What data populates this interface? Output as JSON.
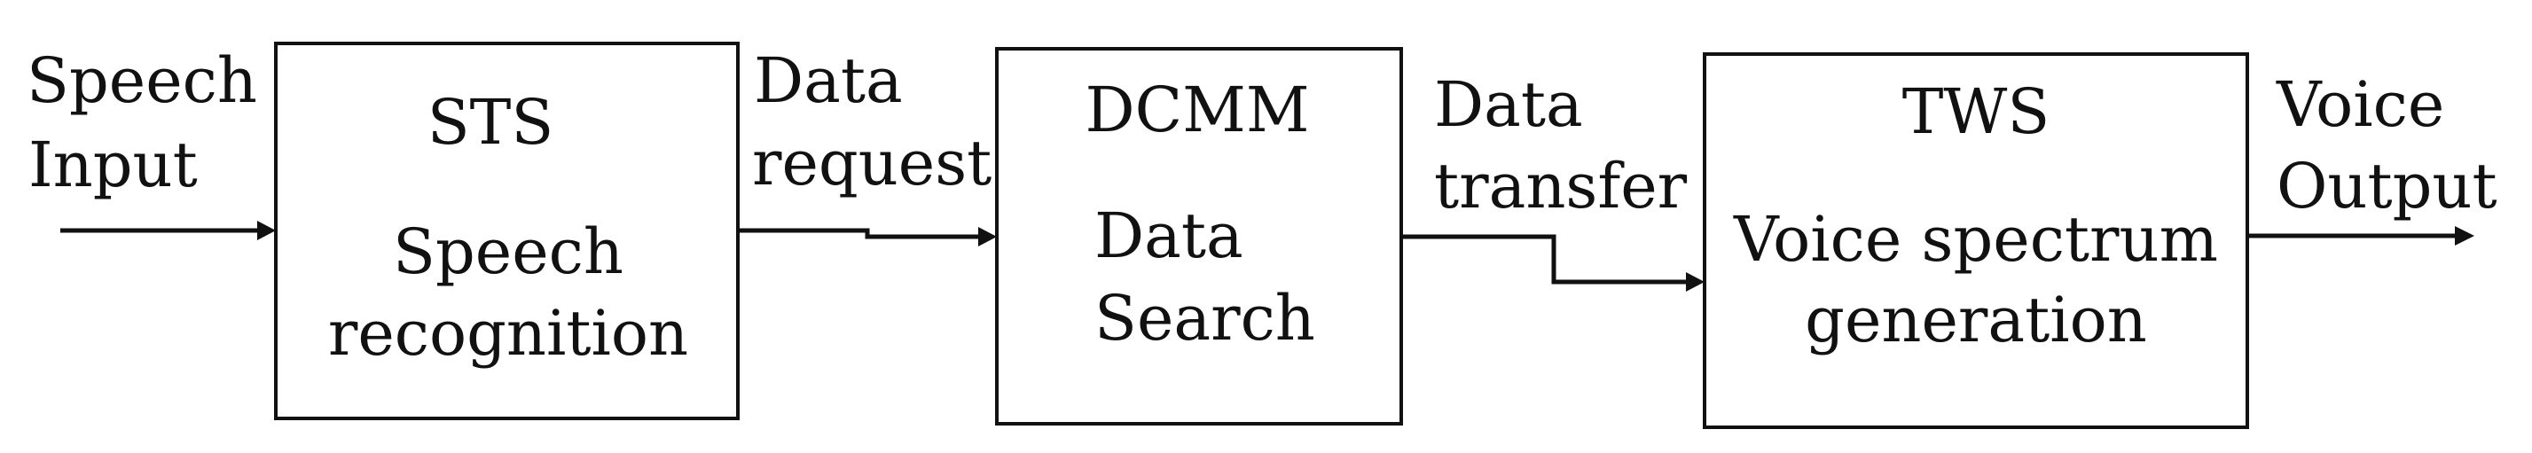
{
  "colors": {
    "line": "#111111",
    "background": "#ffffff"
  },
  "input": {
    "line1": "Speech",
    "line2": "Input"
  },
  "sts": {
    "title": "STS",
    "line1": "Speech",
    "line2": "recognition"
  },
  "request": {
    "line1": "Data",
    "line2": "request"
  },
  "dcmm": {
    "title": "DCMM",
    "line1": "Data",
    "line2": "Search"
  },
  "transfer": {
    "line1": "Data",
    "line2": "transfer"
  },
  "tws": {
    "title": "TWS",
    "line1": "Voice spectrum",
    "line2": "generation"
  },
  "output": {
    "line1": "Voice",
    "line2": "Output"
  }
}
